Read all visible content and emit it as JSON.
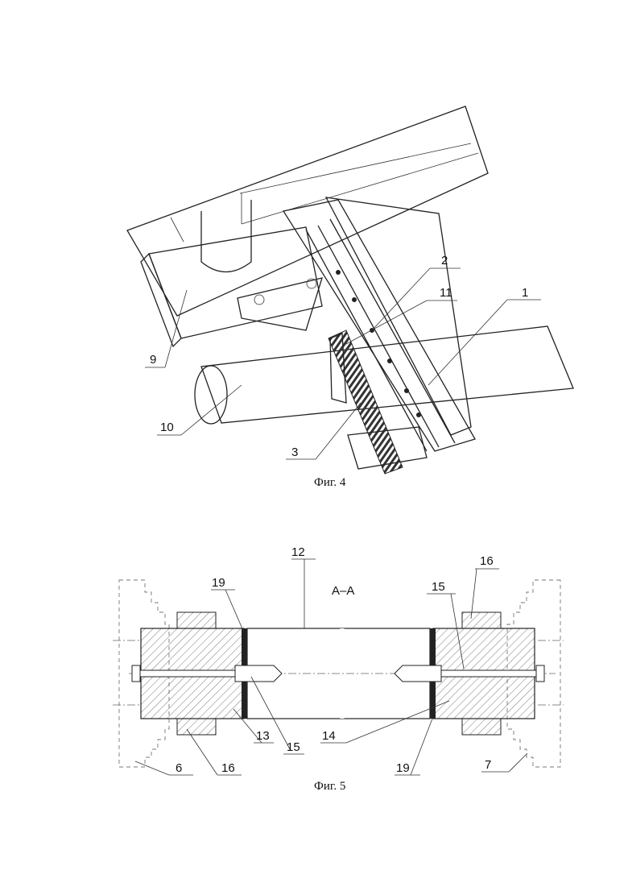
{
  "fig4": {
    "caption": "Фиг. 4",
    "callouts": [
      "1",
      "2",
      "3",
      "9",
      "10",
      "11"
    ]
  },
  "fig5": {
    "caption": "Фиг. 5",
    "section_label": "А–А",
    "callouts": [
      "6",
      "7",
      "12",
      "13",
      "14",
      "15",
      "15",
      "16",
      "16",
      "19",
      "19"
    ]
  }
}
